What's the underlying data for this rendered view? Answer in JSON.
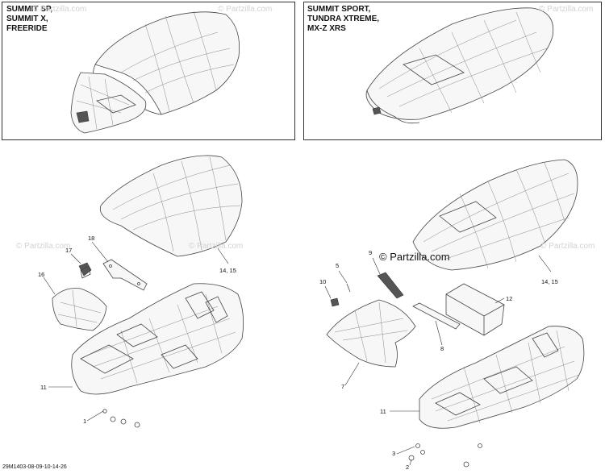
{
  "panels": [
    {
      "lines": [
        "SUMMIT SP,",
        "SUMMIT X,",
        "FREERIDE"
      ]
    },
    {
      "lines": [
        "SUMMIT SPORT,",
        "TUNDRA XTREME,",
        "MX-Z XRS"
      ]
    }
  ],
  "callouts": {
    "c1": "1",
    "c2": "2",
    "c3": "3",
    "c5": "5",
    "c7": "7",
    "c8": "8",
    "c9": "9",
    "c10": "10",
    "c11a": "11",
    "c11b": "11",
    "c12": "12",
    "c1415a": "14, 15",
    "c1415b": "14, 15",
    "c16": "16",
    "c17": "17",
    "c18": "18"
  },
  "watermark": {
    "small": "© Partzilla.com",
    "main": "© Partzilla.com"
  },
  "footer": {
    "code": "29M1403-08-09-10-14-26"
  }
}
